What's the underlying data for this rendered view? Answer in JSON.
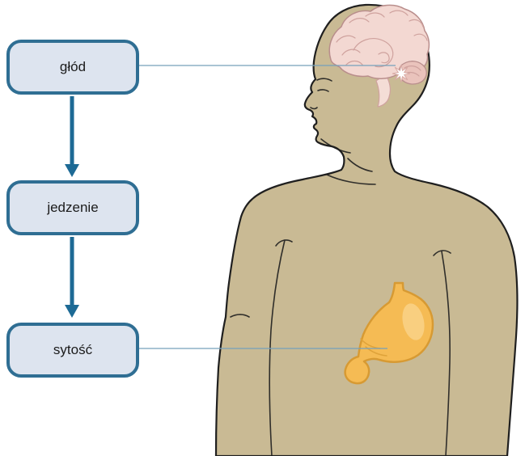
{
  "diagram": {
    "type": "flowchart-with-anatomy-illustration",
    "nodes": [
      {
        "id": "hunger",
        "label": "głód"
      },
      {
        "id": "eating",
        "label": "jedzenie"
      },
      {
        "id": "satiety",
        "label": "sytość"
      }
    ],
    "flow_arrows": [
      {
        "from": "głód",
        "to": "jedzenie"
      },
      {
        "from": "jedzenie",
        "to": "sytość"
      }
    ],
    "connectors": [
      {
        "from": "głód",
        "to": "brain"
      },
      {
        "from": "sytość",
        "to": "stomach"
      }
    ],
    "illustration": {
      "figure": "human-head-and-torso-profile",
      "organs": [
        "brain",
        "stomach"
      ],
      "icons": [
        "starburst-icon"
      ]
    },
    "colors": {
      "background": "#ffffff",
      "box_fill": "#dde4ef",
      "box_border": "#2f6e93",
      "arrow": "#1d6a95",
      "connector": "#76a1bb",
      "body_fill": "#c9ba94",
      "body_outline": "#1f1f1f",
      "brain_fill": "#f3d8d2",
      "brain_outline": "#b98e8c",
      "brain_detail": "#cfa29e",
      "cerebellum_fill": "#eac3bc",
      "brainstem_fill": "#f4ddd6",
      "star_fill": "#ffffff",
      "star_outline": "#d8aaa4",
      "stomach_fill": "#f5bb54",
      "stomach_outline": "#d79a33",
      "stomach_highlight": "#f9d185",
      "stomach_detail": "#dfa33a"
    }
  }
}
